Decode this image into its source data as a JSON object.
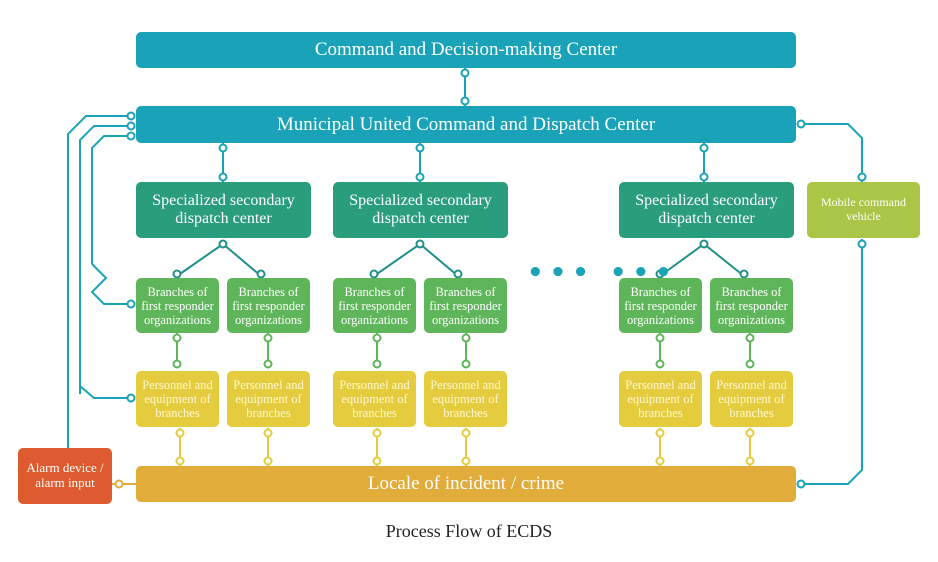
{
  "title_box": "Command and Decision-making Center",
  "municipal_box": "Municipal United Command and Dispatch Center",
  "secondary_centers": [
    "Specialized secondary dispatch center",
    "Specialized secondary dispatch center",
    "Specialized secondary dispatch center"
  ],
  "branches_label": "Branches of first responder organizations",
  "personnel_label": "Personnel and equipment of branches",
  "mobile_vehicle": "Mobile command vehicle",
  "alarm_device": "Alarm device / alarm input",
  "locale_box": "Locale of incident / crime",
  "ellipsis": "••• •••",
  "caption": "Process Flow of ECDS",
  "colors": {
    "teal": "#1aa3b8",
    "dark_green": "#2a9d7c",
    "green": "#5fb55a",
    "yellow": "#e5cc3e",
    "olive": "#a9c646",
    "orange": "#e2ac3a",
    "red": "#de5a2f"
  }
}
